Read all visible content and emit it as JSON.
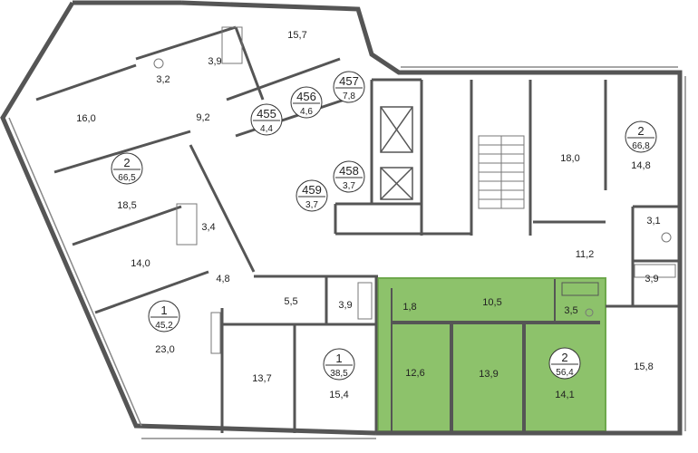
{
  "colors": {
    "wall": "#555555",
    "thin_wall": "#888888",
    "highlight_fill": "#8dc26b",
    "highlight_stroke": "#6ea84c",
    "background": "#ffffff",
    "badge_stroke": "#333333"
  },
  "room_areas": {
    "r_15_7": "15,7",
    "r_3_9_top": "3,9",
    "r_3_2": "3,2",
    "r_16_0": "16,0",
    "r_9_2": "9,2",
    "r_18_5": "18,5",
    "r_3_4": "3,4",
    "r_14_0": "14,0",
    "r_4_8": "4,8",
    "r_23_0": "23,0",
    "r_5_5": "5,5",
    "r_3_9_mid": "3,9",
    "r_13_7": "13,7",
    "r_15_4": "15,4",
    "r_18_0": "18,0",
    "r_14_8": "14,8",
    "r_3_1": "3,1",
    "r_11_2": "11,2",
    "r_3_9_right": "3,9",
    "r_1_8": "1,8",
    "r_10_5": "10,5",
    "r_3_5": "3,5",
    "r_12_6": "12,6",
    "r_13_9": "13,9",
    "r_14_1": "14,1",
    "r_15_8": "15,8"
  },
  "apartments": {
    "apt_2_a": {
      "rooms": "2",
      "area": "66,5"
    },
    "apt_2_b": {
      "rooms": "2",
      "area": "66,8"
    },
    "apt_1_a": {
      "rooms": "1",
      "area": "45,2"
    },
    "apt_1_b": {
      "rooms": "1",
      "area": "38,5"
    },
    "apt_2_hl": {
      "rooms": "2",
      "area": "56,4"
    }
  },
  "storage_units": {
    "u455": {
      "number": "455",
      "area": "4,4"
    },
    "u456": {
      "number": "456",
      "area": "4,6"
    },
    "u457": {
      "number": "457",
      "area": "7,8"
    },
    "u458": {
      "number": "458",
      "area": "3,7"
    },
    "u459": {
      "number": "459",
      "area": "3,7"
    }
  }
}
